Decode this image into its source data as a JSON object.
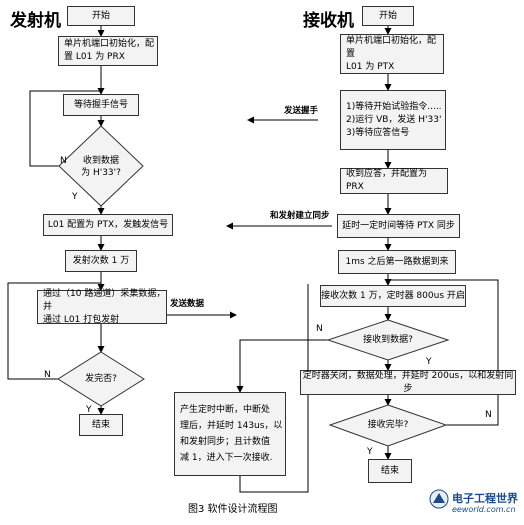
{
  "titles": {
    "transmitter": "发射机",
    "receiver": "接收机"
  },
  "transmitter": {
    "start": "开始",
    "init_line1": "单片机端口初始化，配",
    "init_line2": "置 L01 为 PRX",
    "wait_handshake": "等待握手信号",
    "decision_received_line1": "收到数据",
    "decision_received_line2": "为 H'33'?",
    "config_ptx": "L01 配置为 PTX，发触发信号",
    "send_count": "发射次数 1 万",
    "collect_line1": "通过（10 路通道）采集数据，并",
    "collect_line2": "通过 L01 打包发射",
    "decision_done": "发完否?",
    "end": "结束"
  },
  "receiver": {
    "start": "开始",
    "init_line1": "单片机端口初始化，配置",
    "init_line2": "L01 为 PTX",
    "wait_line1": "1)等待开始试验指令.....",
    "wait_line2": "2)运行 VB，发送 H'33'",
    "wait_line3": "3)等待应答信号",
    "ack": "收到应答，并配置为 PRX",
    "delay_sync": "延时一定时间等待 PTX 同步",
    "first_arrive": "1ms 之后第一路数据到来",
    "recv_count": "接收次数 1 万，定时器 800us 开启",
    "decision_recv": "接收到数据?",
    "process": "定时器关闭，数据处理，并延时 200us，以和发射同步",
    "decision_complete": "接收完毕?",
    "end": "结束",
    "timeout_line1": "产生定时中断，中断处",
    "timeout_line2": "理后，并延时 143us，以",
    "timeout_line3": "和发射同步；且计数值",
    "timeout_line4": "减 1，进入下一次接收."
  },
  "links": {
    "send_handshake": "发送握手",
    "sync_with_tx": "和发射建立同步",
    "send_data": "发送数据"
  },
  "branch_labels": {
    "n1": "N",
    "y1": "Y",
    "n2": "N",
    "y2": "Y",
    "n3": "N",
    "y3": "Y",
    "n4": "N",
    "y4": "Y"
  },
  "caption": "图3   软件设计流程图",
  "watermark": {
    "brand": "电子工程世界",
    "site": "eeworld.com.cn"
  }
}
